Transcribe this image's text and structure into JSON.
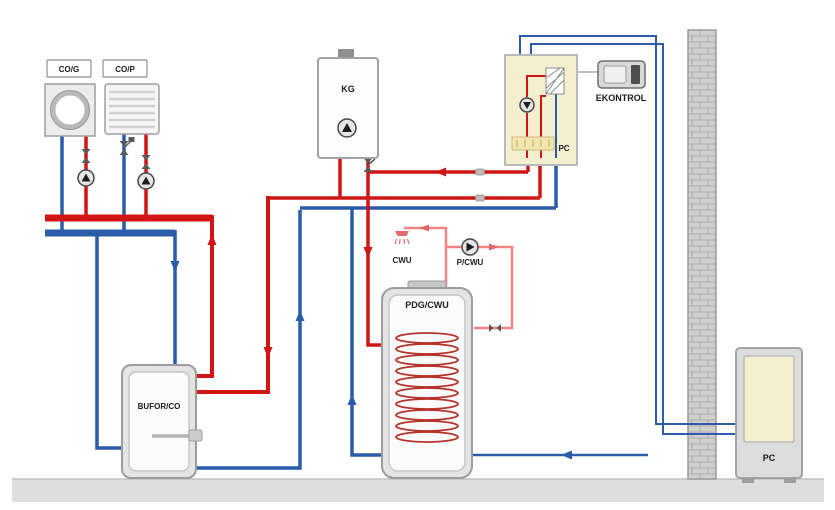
{
  "labels": {
    "co_g": "CO/G",
    "co_p": "CO/P",
    "kg": "KG",
    "pc_indoor": "PC",
    "ekontrol": "EKONTROL",
    "cwu": "CWU",
    "p_cwu": "P/CWU",
    "pdg_cwu": "PDG/CWU",
    "bufor_co": "BUFOR/CO",
    "pc_outdoor": "PC"
  },
  "colors": {
    "hot": "#d01515",
    "cold": "#2a5caa",
    "dhw": "#f08484",
    "panel-yellow": "#f4f0cf",
    "outline": "#9c9c9c",
    "floor": "#dedede",
    "coil": "#b5342c",
    "text": "#1c1c1c"
  }
}
